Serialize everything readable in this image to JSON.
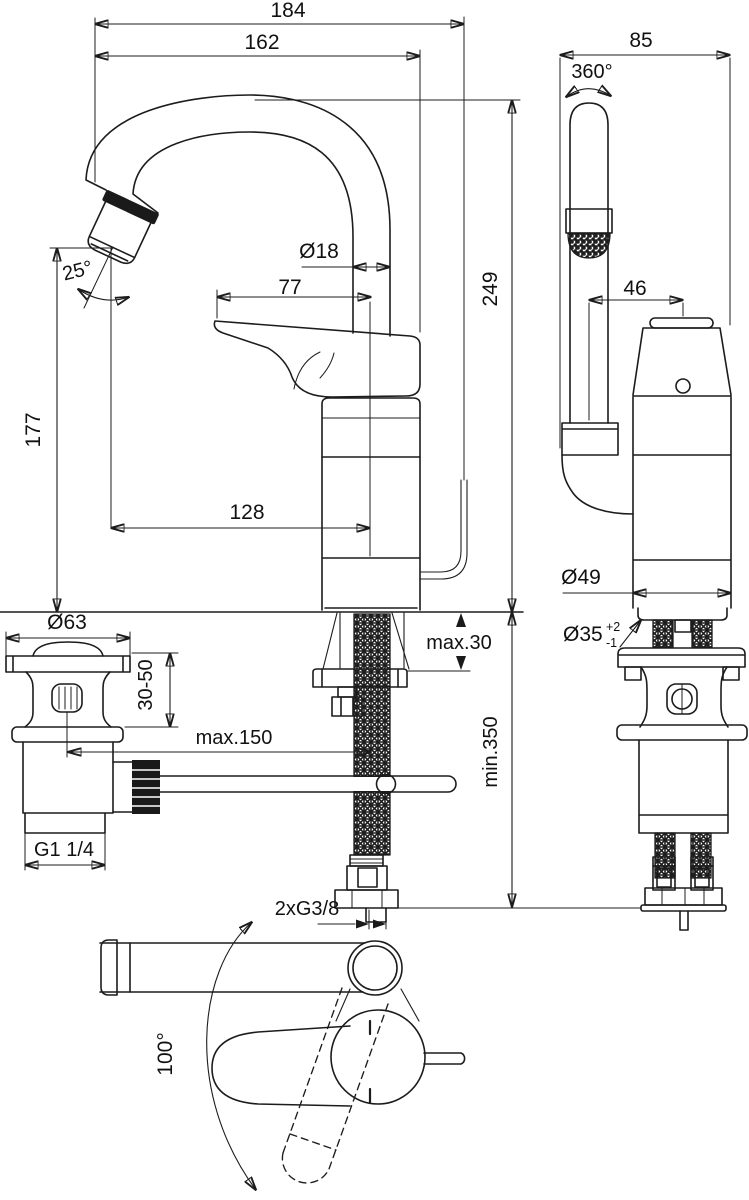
{
  "drawing": {
    "title": "single-lever basin mixer installation drawing",
    "background": "#ffffff",
    "line_color": "#1c1c1c",
    "views": {
      "front": {
        "label": "front view with high swivel spout and pop-up waste",
        "dims": {
          "overall_reach": "184",
          "spout_reach": "162",
          "overall_height": "249",
          "spout_height": "177",
          "lever_reach": "128",
          "lever_front": "77",
          "spout_tube_dia": "Ø18",
          "outlet_angle": "25°",
          "deck_thickness": "max.30",
          "hose_length": "min.350",
          "rod_offset": "max.150",
          "hose_threads": "2xG3/8"
        }
      },
      "side": {
        "label": "side view",
        "dims": {
          "depth": "85",
          "spout_swivel": "360°",
          "spout_offset": "46",
          "body_dia": "Ø49",
          "mount_hole_dia": "Ø35",
          "mount_hole_tol_upper": "+2",
          "mount_hole_tol_lower": "-1"
        }
      },
      "waste": {
        "label": "pop-up waste front view",
        "dims": {
          "flange_dia": "Ø63",
          "deck_range": "30-50",
          "outlet_thread": "G1 1/4"
        }
      },
      "top": {
        "label": "top view with swivel range",
        "dims": {
          "swivel_angle": "100°"
        }
      }
    }
  }
}
